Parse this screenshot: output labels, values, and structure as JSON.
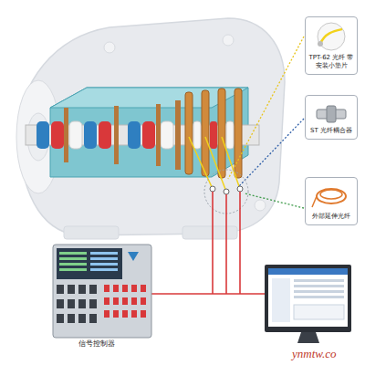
{
  "diagram": {
    "nodes": [
      {
        "text": [
          "TPT-62 光纤 带安装小垫片"
        ]
      },
      {
        "text": [
          "ST 光纤耦合器"
        ]
      },
      {
        "text": [
          "外部延伸光纤"
        ]
      }
    ],
    "labels": [
      "信号控制器",
      "ynmtw.co"
    ]
  }
}
